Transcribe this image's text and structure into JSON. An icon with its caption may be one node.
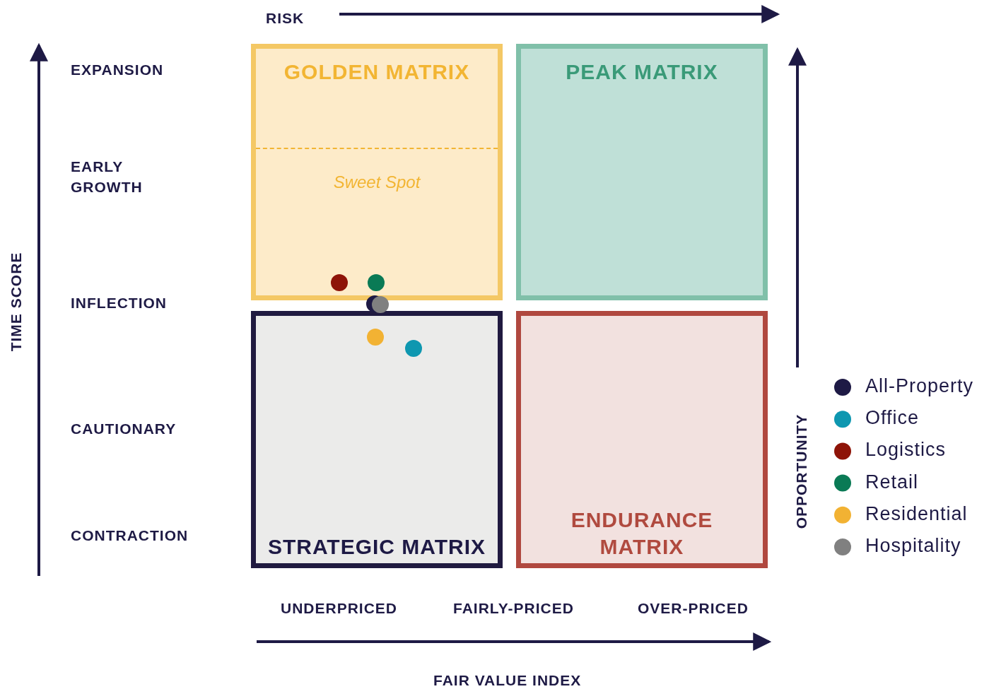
{
  "diagram": {
    "nodes": [
      {
        "text": [
          "GOLDEN MATRIX",
          "Sweet Spot"
        ]
      },
      {
        "text": [
          "PEAK MATRIX"
        ]
      },
      {
        "text": [
          "STRATEGIC MATRIX"
        ]
      },
      {
        "text": [
          "ENDURANCE MATRIX"
        ]
      }
    ],
    "edges": [],
    "labels": [
      "RISK",
      "EXPANSION",
      "EARLY GROWTH",
      "INFLECTION",
      "CAUTIONARY",
      "CONTRACTION",
      "TIME SCORE",
      "OPPORTUNITY",
      "UNDERPRICED",
      "FAIRLY-PRICED",
      "OVER-PRICED",
      "FAIR VALUE INDEX"
    ],
    "legend": [
      {
        "text": "All-Property",
        "color": "#1e1a45"
      },
      {
        "text": "Office",
        "color": "#0e97b0"
      },
      {
        "text": "Logistics",
        "color": "#8e1408"
      },
      {
        "text": "Retail",
        "color": "#0a7a55"
      },
      {
        "text": "Residential",
        "color": "#f2b233"
      },
      {
        "text": "Hospitality",
        "color": "#808080"
      }
    ]
  }
}
